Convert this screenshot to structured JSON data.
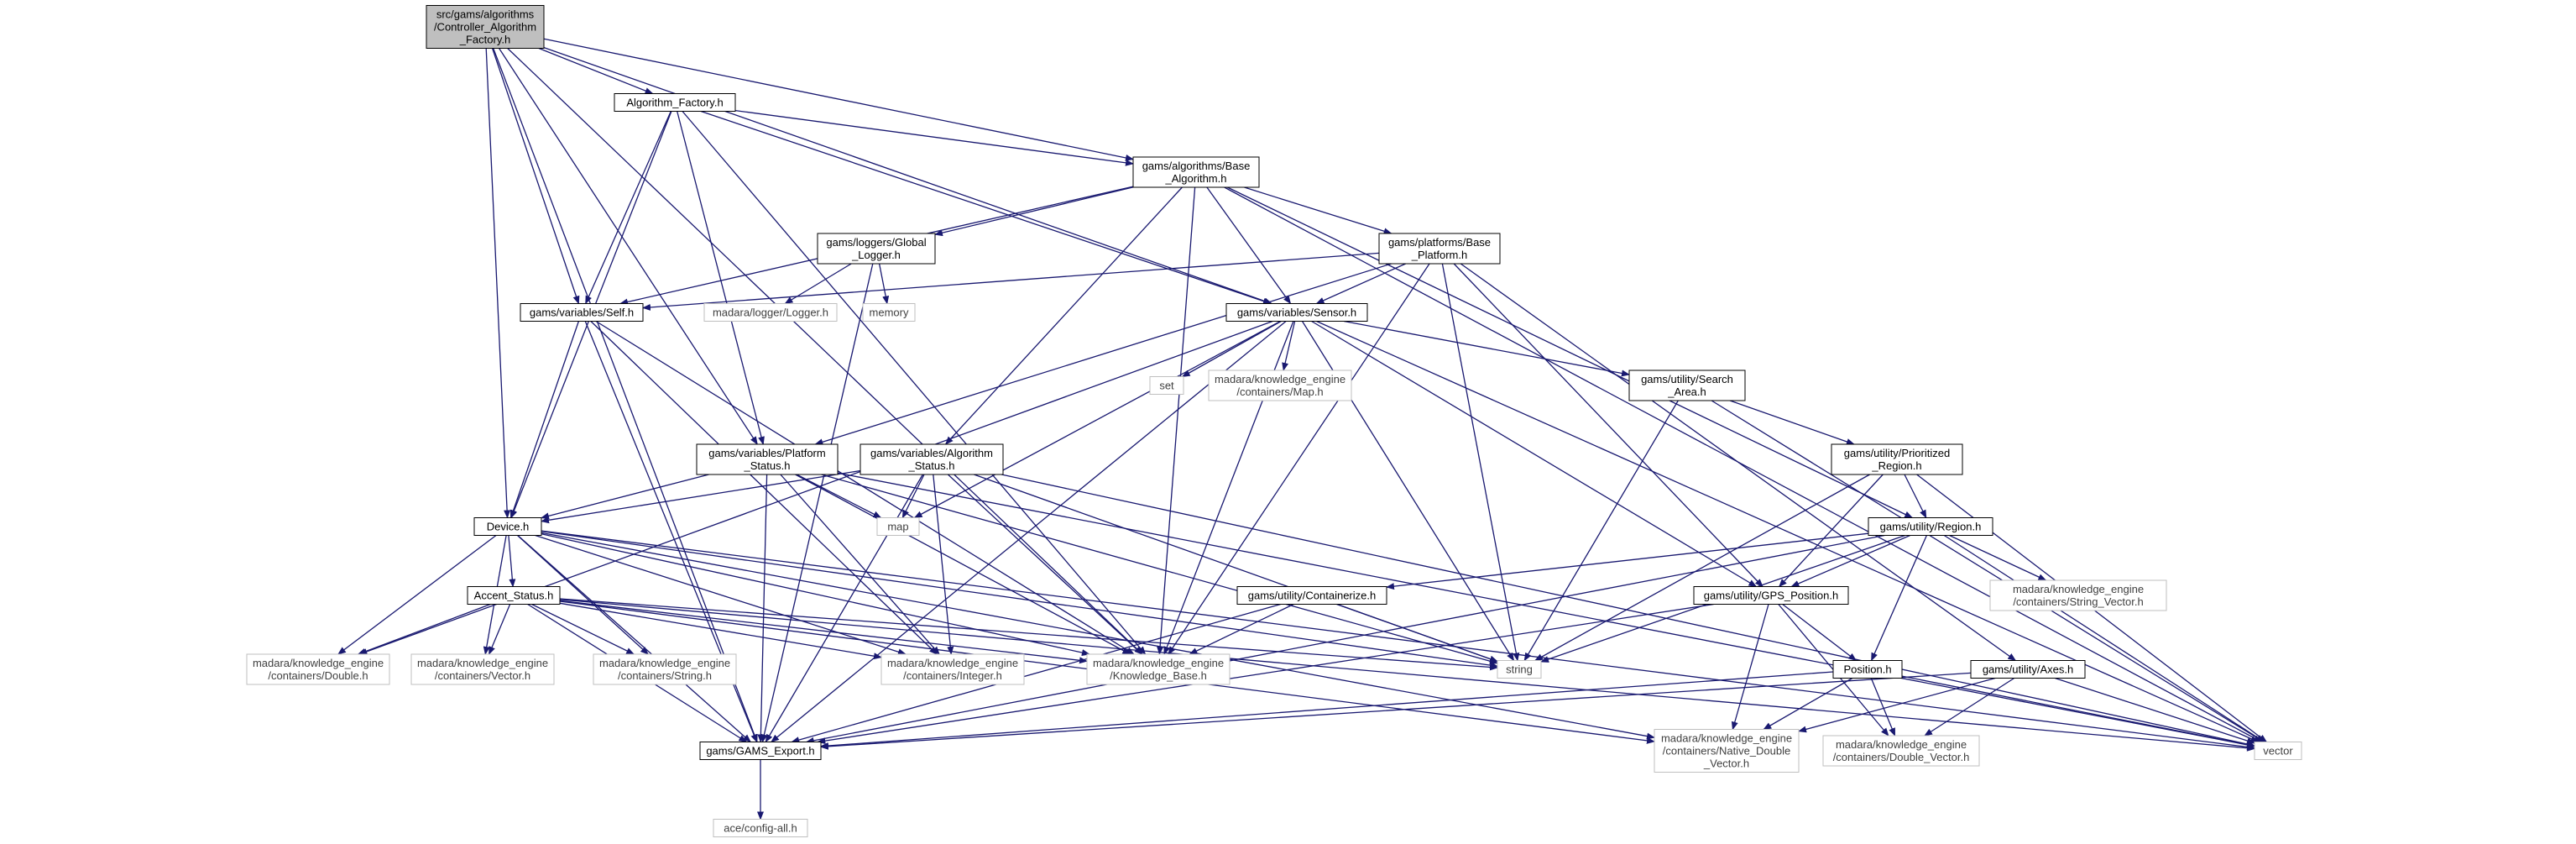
{
  "colors": {
    "edge": "#191970",
    "node_border_local": "#000000",
    "node_border_system": "#bfbfbf",
    "root_fill": "#bfbfbf",
    "node_fill": "#ffffff",
    "text": "#000000",
    "text_system": "#404040"
  },
  "nodes": [
    {
      "id": "root",
      "kind": "root",
      "lines": [
        "src/gams/algorithms",
        "/Controller_Algorithm",
        "_Factory.h"
      ]
    },
    {
      "id": "algfac",
      "kind": "local",
      "lines": [
        "Algorithm_Factory.h"
      ]
    },
    {
      "id": "basealg",
      "kind": "local",
      "lines": [
        "gams/algorithms/Base",
        "_Algorithm.h"
      ]
    },
    {
      "id": "glogger",
      "kind": "local",
      "lines": [
        "gams/loggers/Global",
        "_Logger.h"
      ]
    },
    {
      "id": "baseplat",
      "kind": "local",
      "lines": [
        "gams/platforms/Base",
        "_Platform.h"
      ]
    },
    {
      "id": "self",
      "kind": "local",
      "lines": [
        "gams/variables/Self.h"
      ]
    },
    {
      "id": "mlogger",
      "kind": "system",
      "lines": [
        "madara/logger/Logger.h"
      ]
    },
    {
      "id": "memory",
      "kind": "system",
      "lines": [
        "memory"
      ]
    },
    {
      "id": "sensor",
      "kind": "local",
      "lines": [
        "gams/variables/Sensor.h"
      ]
    },
    {
      "id": "set",
      "kind": "system",
      "lines": [
        "set"
      ]
    },
    {
      "id": "kemap",
      "kind": "system",
      "lines": [
        "madara/knowledge_engine",
        "/containers/Map.h"
      ]
    },
    {
      "id": "search",
      "kind": "local",
      "lines": [
        "gams/utility/Search",
        "_Area.h"
      ]
    },
    {
      "id": "platstat",
      "kind": "local",
      "lines": [
        "gams/variables/Platform",
        "_Status.h"
      ]
    },
    {
      "id": "algstat",
      "kind": "local",
      "lines": [
        "gams/variables/Algorithm",
        "_Status.h"
      ]
    },
    {
      "id": "prio",
      "kind": "local",
      "lines": [
        "gams/utility/Prioritized",
        "_Region.h"
      ]
    },
    {
      "id": "map",
      "kind": "system",
      "lines": [
        "map"
      ]
    },
    {
      "id": "device",
      "kind": "local",
      "lines": [
        "Device.h"
      ]
    },
    {
      "id": "region",
      "kind": "local",
      "lines": [
        "gams/utility/Region.h"
      ]
    },
    {
      "id": "accent",
      "kind": "local",
      "lines": [
        "Accent_Status.h"
      ]
    },
    {
      "id": "contain",
      "kind": "local",
      "lines": [
        "gams/utility/Containerize.h"
      ]
    },
    {
      "id": "gps",
      "kind": "local",
      "lines": [
        "gams/utility/GPS_Position.h"
      ]
    },
    {
      "id": "strvec",
      "kind": "system",
      "lines": [
        "madara/knowledge_engine",
        "/containers/String_Vector.h"
      ]
    },
    {
      "id": "string",
      "kind": "system",
      "lines": [
        "string"
      ]
    },
    {
      "id": "position",
      "kind": "local",
      "lines": [
        "Position.h"
      ]
    },
    {
      "id": "axes",
      "kind": "local",
      "lines": [
        "gams/utility/Axes.h"
      ]
    },
    {
      "id": "kdouble",
      "kind": "system",
      "lines": [
        "madara/knowledge_engine",
        "/containers/Double.h"
      ]
    },
    {
      "id": "kvector",
      "kind": "system",
      "lines": [
        "madara/knowledge_engine",
        "/containers/Vector.h"
      ]
    },
    {
      "id": "kstring",
      "kind": "system",
      "lines": [
        "madara/knowledge_engine",
        "/containers/String.h"
      ]
    },
    {
      "id": "kint",
      "kind": "system",
      "lines": [
        "madara/knowledge_engine",
        "/containers/Integer.h"
      ]
    },
    {
      "id": "kbase",
      "kind": "system",
      "lines": [
        "madara/knowledge_engine",
        "/Knowledge_Base.h"
      ]
    },
    {
      "id": "gamsexp",
      "kind": "local",
      "lines": [
        "gams/GAMS_Export.h"
      ]
    },
    {
      "id": "ndvec",
      "kind": "system",
      "lines": [
        "madara/knowledge_engine",
        "/containers/Native_Double",
        "_Vector.h"
      ]
    },
    {
      "id": "dvec",
      "kind": "system",
      "lines": [
        "madara/knowledge_engine",
        "/containers/Double_Vector.h"
      ]
    },
    {
      "id": "vector",
      "kind": "system",
      "lines": [
        "vector"
      ]
    },
    {
      "id": "aceconf",
      "kind": "system",
      "lines": [
        "ace/config-all.h"
      ]
    }
  ],
  "edges": [
    [
      "root",
      "algfac"
    ],
    [
      "root",
      "basealg"
    ],
    [
      "root",
      "self"
    ],
    [
      "root",
      "sensor"
    ],
    [
      "root",
      "platstat"
    ],
    [
      "root",
      "device"
    ],
    [
      "root",
      "kbase"
    ],
    [
      "root",
      "gamsexp"
    ],
    [
      "algfac",
      "basealg"
    ],
    [
      "algfac",
      "self"
    ],
    [
      "algfac",
      "sensor"
    ],
    [
      "algfac",
      "platstat"
    ],
    [
      "algfac",
      "device"
    ],
    [
      "algfac",
      "kbase"
    ],
    [
      "basealg",
      "glogger"
    ],
    [
      "basealg",
      "baseplat"
    ],
    [
      "basealg",
      "self"
    ],
    [
      "basealg",
      "sensor"
    ],
    [
      "basealg",
      "algstat"
    ],
    [
      "basealg",
      "region"
    ],
    [
      "basealg",
      "kbase"
    ],
    [
      "basealg",
      "vector"
    ],
    [
      "glogger",
      "mlogger"
    ],
    [
      "glogger",
      "memory"
    ],
    [
      "glogger",
      "gamsexp"
    ],
    [
      "baseplat",
      "self"
    ],
    [
      "baseplat",
      "sensor"
    ],
    [
      "baseplat",
      "platstat"
    ],
    [
      "baseplat",
      "gps"
    ],
    [
      "baseplat",
      "axes"
    ],
    [
      "baseplat",
      "kbase"
    ],
    [
      "baseplat",
      "string"
    ],
    [
      "self",
      "device"
    ],
    [
      "self",
      "kint"
    ],
    [
      "self",
      "kbase"
    ],
    [
      "self",
      "gamsexp"
    ],
    [
      "sensor",
      "set"
    ],
    [
      "sensor",
      "kemap"
    ],
    [
      "sensor",
      "search"
    ],
    [
      "sensor",
      "gps"
    ],
    [
      "sensor",
      "string"
    ],
    [
      "sensor",
      "map"
    ],
    [
      "sensor",
      "kdouble"
    ],
    [
      "sensor",
      "kbase"
    ],
    [
      "sensor",
      "gamsexp"
    ],
    [
      "sensor",
      "vector"
    ],
    [
      "search",
      "prio"
    ],
    [
      "search",
      "string"
    ],
    [
      "search",
      "vector"
    ],
    [
      "prio",
      "region"
    ],
    [
      "prio",
      "gps"
    ],
    [
      "prio",
      "string"
    ],
    [
      "prio",
      "vector"
    ],
    [
      "platstat",
      "device"
    ],
    [
      "platstat",
      "map"
    ],
    [
      "platstat",
      "kint"
    ],
    [
      "platstat",
      "kbase"
    ],
    [
      "platstat",
      "string"
    ],
    [
      "platstat",
      "gamsexp"
    ],
    [
      "platstat",
      "vector"
    ],
    [
      "algstat",
      "device"
    ],
    [
      "algstat",
      "map"
    ],
    [
      "algstat",
      "kint"
    ],
    [
      "algstat",
      "kbase"
    ],
    [
      "algstat",
      "string"
    ],
    [
      "algstat",
      "gamsexp"
    ],
    [
      "algstat",
      "vector"
    ],
    [
      "device",
      "accent"
    ],
    [
      "device",
      "kdouble"
    ],
    [
      "device",
      "kvector"
    ],
    [
      "device",
      "kstring"
    ],
    [
      "device",
      "kint"
    ],
    [
      "device",
      "kbase"
    ],
    [
      "device",
      "gamsexp"
    ],
    [
      "device",
      "string"
    ],
    [
      "device",
      "vector"
    ],
    [
      "device",
      "ndvec"
    ],
    [
      "region",
      "contain"
    ],
    [
      "region",
      "gps"
    ],
    [
      "region",
      "strvec"
    ],
    [
      "region",
      "position"
    ],
    [
      "region",
      "string"
    ],
    [
      "region",
      "gamsexp"
    ],
    [
      "region",
      "vector"
    ],
    [
      "accent",
      "kdouble"
    ],
    [
      "accent",
      "kvector"
    ],
    [
      "accent",
      "kstring"
    ],
    [
      "accent",
      "kint"
    ],
    [
      "accent",
      "kbase"
    ],
    [
      "accent",
      "gamsexp"
    ],
    [
      "accent",
      "string"
    ],
    [
      "accent",
      "ndvec"
    ],
    [
      "accent",
      "vector"
    ],
    [
      "contain",
      "kbase"
    ],
    [
      "contain",
      "string"
    ],
    [
      "contain",
      "gamsexp"
    ],
    [
      "gps",
      "position"
    ],
    [
      "gps",
      "ndvec"
    ],
    [
      "gps",
      "dvec"
    ],
    [
      "gps",
      "gamsexp"
    ],
    [
      "position",
      "ndvec"
    ],
    [
      "position",
      "dvec"
    ],
    [
      "position",
      "gamsexp"
    ],
    [
      "position",
      "vector"
    ],
    [
      "axes",
      "ndvec"
    ],
    [
      "axes",
      "dvec"
    ],
    [
      "axes",
      "gamsexp"
    ],
    [
      "axes",
      "vector"
    ],
    [
      "gamsexp",
      "aceconf"
    ]
  ]
}
